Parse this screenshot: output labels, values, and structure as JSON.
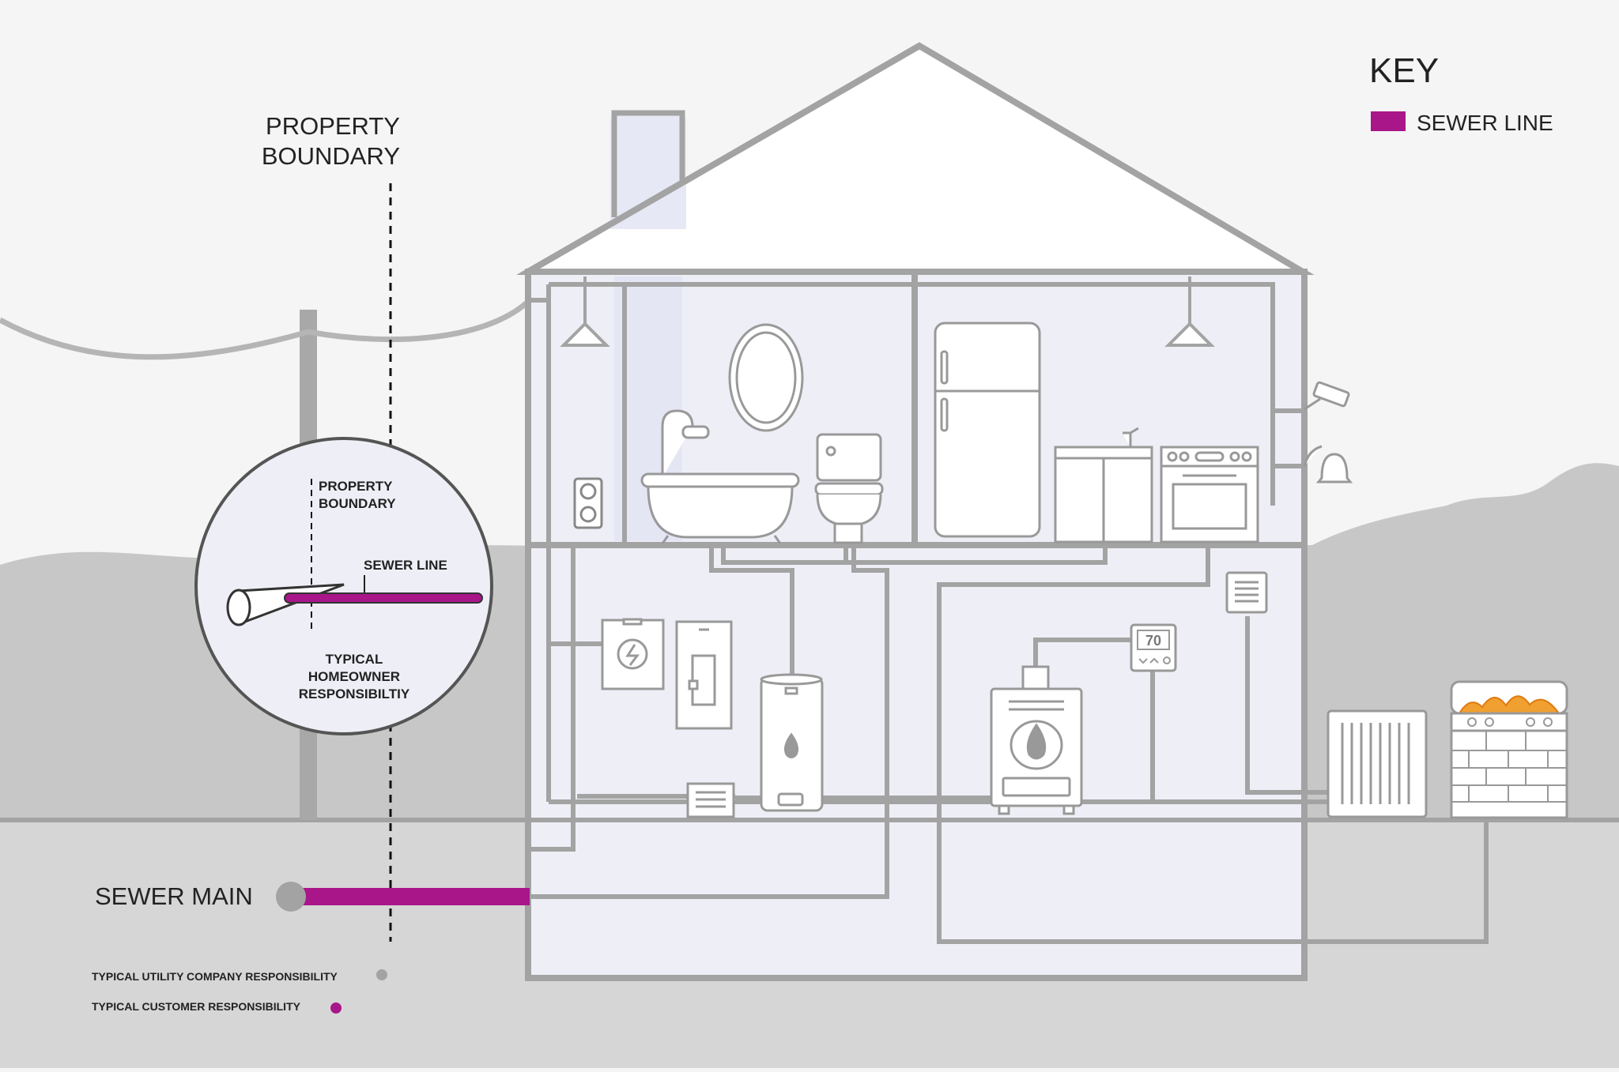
{
  "labels": {
    "key_title": "KEY",
    "key_item": "SEWER LINE",
    "property_boundary_line1": "PROPERTY",
    "property_boundary_line2": "BOUNDARY",
    "sewer_main": "SEWER MAIN",
    "legend_utility": "TYPICAL UTILITY  COMPANY RESPONSIBILITY",
    "legend_customer": "TYPICAL CUSTOMER RESPONSIBILITY",
    "inset_boundary_line1": "PROPERTY",
    "inset_boundary_line2": "BOUNDARY",
    "inset_sewer_line": "SEWER LINE",
    "inset_resp_line1": "TYPICAL",
    "inset_resp_line2": "HOMEOWNER",
    "inset_resp_line3": "RESPONSIBILTIY",
    "thermostat_reading": "70"
  },
  "colors": {
    "sewer": "#a8168a",
    "pipe_gray": "#a3a3a3",
    "house_interior": "#eeeff6",
    "ground": "#d6d6d6",
    "hills": "#c7c7c7",
    "outline": "#8e8e8e"
  },
  "icons": [
    "power-pole-icon",
    "ceiling-lamp-icon",
    "outlet-icon",
    "mirror-icon",
    "bathtub-icon",
    "toilet-icon",
    "refrigerator-icon",
    "sink-icon",
    "stove-icon",
    "security-camera-icon",
    "doorbell-icon",
    "electric-panel-icon",
    "water-heater-icon",
    "floor-vent-icon",
    "furnace-icon",
    "thermostat-icon",
    "wall-vent-icon",
    "ac-unit-icon",
    "fire-pit-icon"
  ]
}
